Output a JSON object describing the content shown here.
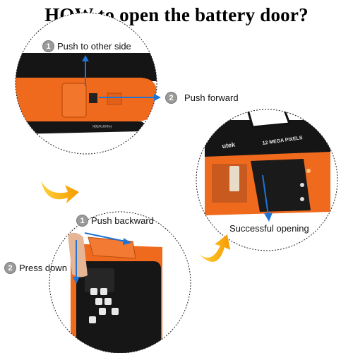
{
  "title": "HOW to open the battery door?",
  "steps": [
    {
      "number": "1",
      "text": "Push to other side"
    },
    {
      "number": "2",
      "text": "Push forward"
    },
    {
      "number": "1",
      "text": "Push backward"
    },
    {
      "number": "2",
      "text": "Press down"
    }
  ],
  "result_text": "Successful opening",
  "camera_labels": {
    "brand_top": "Heomvtek",
    "brand_right": "utek",
    "megapixels": "12 MEGA PIXELS"
  },
  "colors": {
    "camera_orange": "#f06a1e",
    "camera_black": "#151515",
    "arrow_blue": "#1f74d6",
    "swoosh_yellow": "#f5b800",
    "badge_grey": "#9a9a9a"
  }
}
